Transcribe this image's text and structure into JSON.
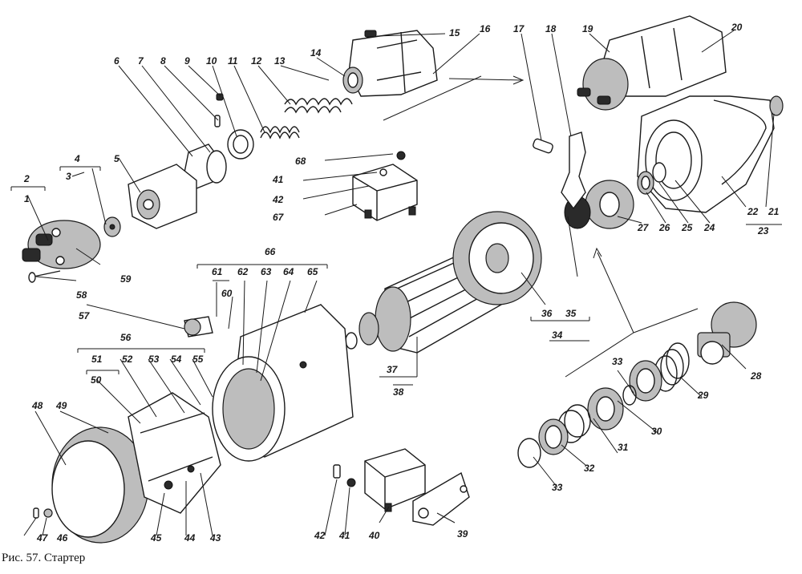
{
  "caption": "Рис. 57. Стартер",
  "labels": {
    "n1": "1",
    "n2": "2",
    "n3": "3",
    "n4": "4",
    "n5": "5",
    "n6": "6",
    "n7": "7",
    "n8": "8",
    "n9": "9",
    "n10": "10",
    "n11": "11",
    "n12": "12",
    "n13": "13",
    "n14": "14",
    "n15": "15",
    "n16": "16",
    "n17": "17",
    "n18": "18",
    "n19": "19",
    "n20": "20",
    "n21": "21",
    "n22": "22",
    "n23": "23",
    "n24": "24",
    "n25": "25",
    "n26": "26",
    "n27": "27",
    "n28": "28",
    "n29": "29",
    "n30": "30",
    "n31": "31",
    "n32": "32",
    "n33a": "33",
    "n33b": "33",
    "n34": "34",
    "n35": "35",
    "n36": "36",
    "n37": "37",
    "n38": "38",
    "n39": "39",
    "n40": "40",
    "n41a": "41",
    "n41b": "41",
    "n42a": "42",
    "n42b": "42",
    "n43": "43",
    "n44": "44",
    "n45": "45",
    "n46": "46",
    "n47": "47",
    "n48": "48",
    "n49": "49",
    "n50": "50",
    "n51": "51",
    "n52": "52",
    "n53": "53",
    "n54": "54",
    "n55": "55",
    "n56": "56",
    "n57": "57",
    "n58": "58",
    "n59": "59",
    "n60": "60",
    "n61": "61",
    "n62": "62",
    "n63": "63",
    "n64": "64",
    "n65": "65",
    "n66": "66",
    "n67": "67",
    "n68": "68"
  }
}
